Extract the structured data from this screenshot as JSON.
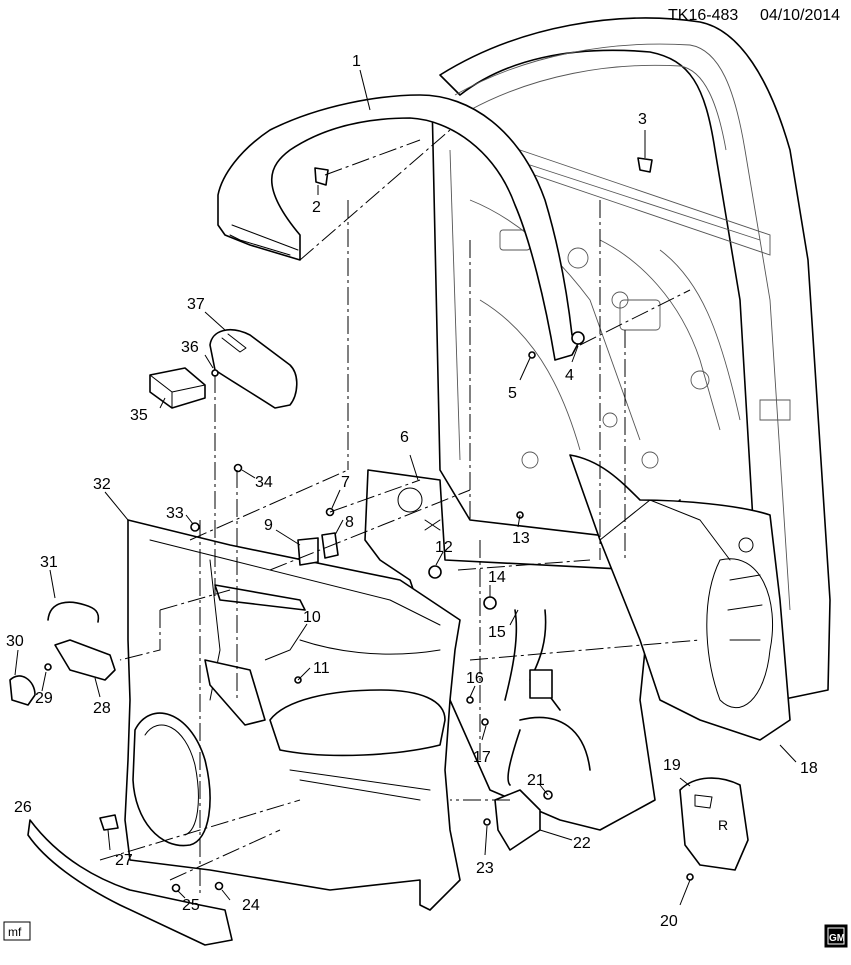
{
  "header": {
    "ref_code": "TK16-483",
    "date": "04/10/2014"
  },
  "footer": {
    "mf_label": "mf",
    "logo_text": "GM"
  },
  "parts": [
    {
      "num": "1"
    },
    {
      "num": "2"
    },
    {
      "num": "3"
    },
    {
      "num": "4"
    },
    {
      "num": "5"
    },
    {
      "num": "6"
    },
    {
      "num": "7"
    },
    {
      "num": "8"
    },
    {
      "num": "9"
    },
    {
      "num": "10"
    },
    {
      "num": "11"
    },
    {
      "num": "12"
    },
    {
      "num": "13"
    },
    {
      "num": "14"
    },
    {
      "num": "15"
    },
    {
      "num": "16"
    },
    {
      "num": "17"
    },
    {
      "num": "18"
    },
    {
      "num": "19"
    },
    {
      "num": "20"
    },
    {
      "num": "21"
    },
    {
      "num": "22"
    },
    {
      "num": "23"
    },
    {
      "num": "24"
    },
    {
      "num": "25"
    },
    {
      "num": "26"
    },
    {
      "num": "27"
    },
    {
      "num": "28"
    },
    {
      "num": "29"
    },
    {
      "num": "30"
    },
    {
      "num": "31"
    },
    {
      "num": "32"
    },
    {
      "num": "33"
    },
    {
      "num": "34"
    },
    {
      "num": "35"
    },
    {
      "num": "36"
    },
    {
      "num": "37"
    }
  ],
  "switch_label": "R"
}
